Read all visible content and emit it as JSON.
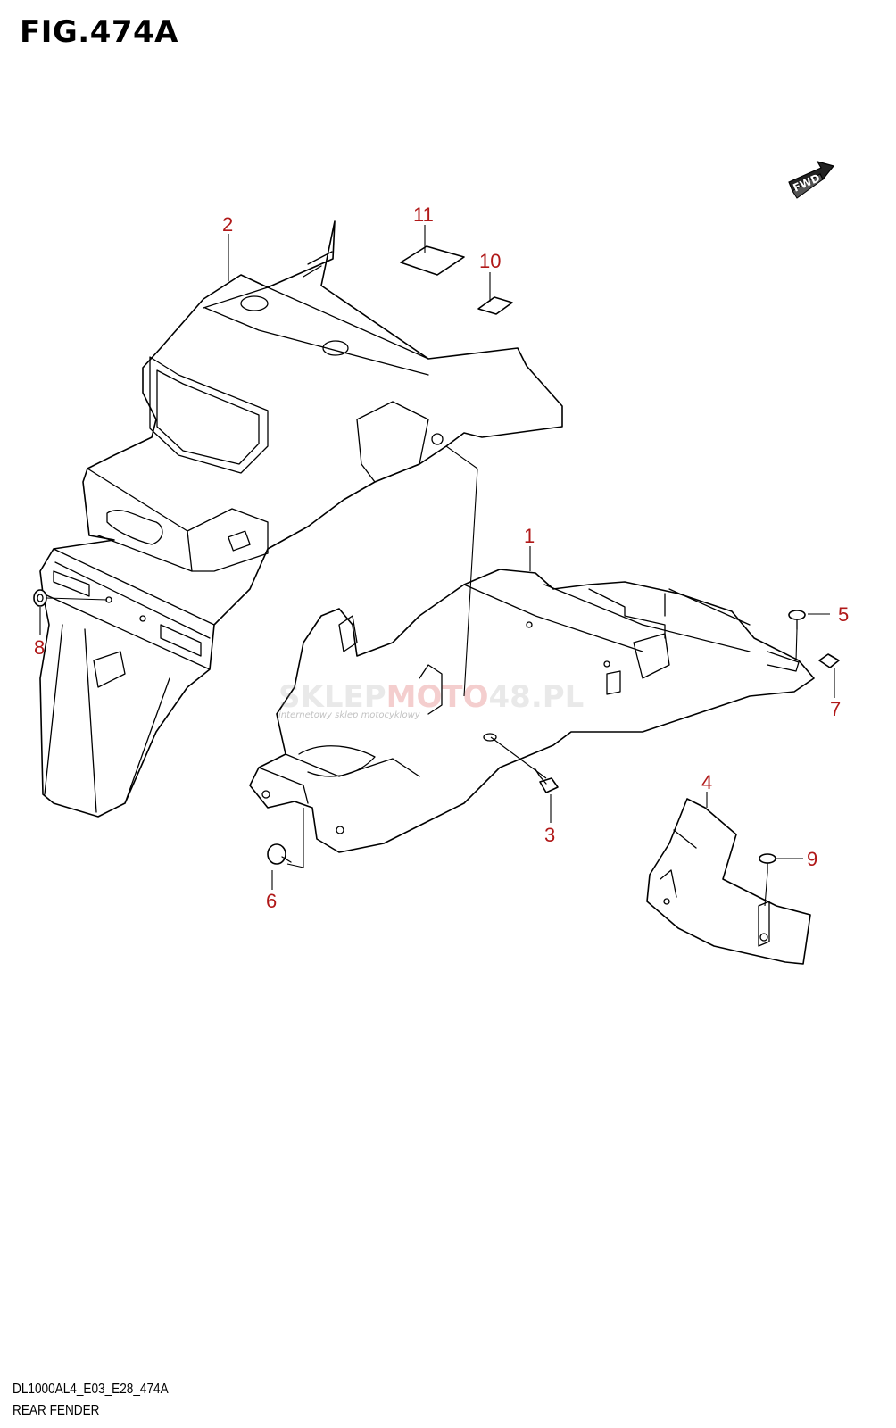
{
  "figure": {
    "title": "FIG.474A",
    "model_code": "DL1000AL4_E03_E28_474A",
    "section_name": "REAR FENDER"
  },
  "direction_badge": {
    "label": "FWD",
    "icon": "forward-arrow-icon"
  },
  "watermark": {
    "text_left": "SKLEP",
    "text_mid": "MOTO",
    "text_right": "48.PL",
    "subtitle": "internetowy sklep motocyklowy",
    "colors": {
      "gray": "#9a9a9a",
      "red": "#cc2222"
    }
  },
  "callouts": [
    {
      "number": "1",
      "part": "rear-fender-lower"
    },
    {
      "number": "2",
      "part": "rear-fender-upper"
    },
    {
      "number": "3",
      "part": "bolt"
    },
    {
      "number": "4",
      "part": "fender-cover"
    },
    {
      "number": "5",
      "part": "screw"
    },
    {
      "number": "6",
      "part": "bolt"
    },
    {
      "number": "7",
      "part": "clip-nut"
    },
    {
      "number": "8",
      "part": "grommet"
    },
    {
      "number": "9",
      "part": "screw"
    },
    {
      "number": "10",
      "part": "pad-small"
    },
    {
      "number": "11",
      "part": "pad-large"
    }
  ],
  "colors": {
    "callout_text": "#b01818",
    "line": "#000000"
  }
}
